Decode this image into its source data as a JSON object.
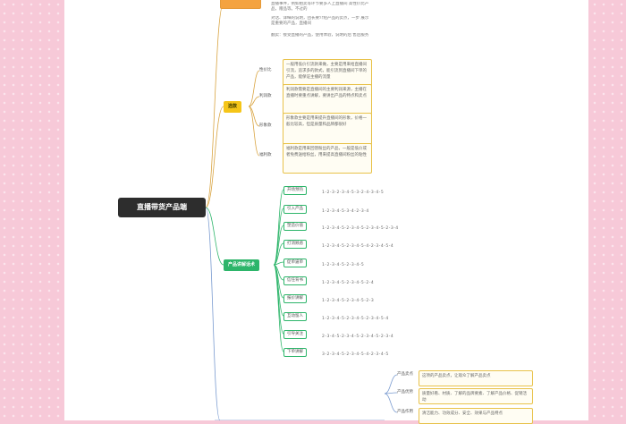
{
  "root": "直播带货产品端",
  "top_notes": [
    "直播事件，例如拍卖等环节要多人上直播间 高性价比产品，赠品等。不过的",
    "对话、详细的说明，团长要介绍产品的卖点，一步 展示是重要的产品，直播间",
    "翻卖：接受直播的产品，使用体验，说明的后 售后服务"
  ],
  "yellow_branch": {
    "label": "选款",
    "items": [
      {
        "label": "性价比",
        "note": "一般用低价引流款来做，主要是用来给直播间引流，追求多的款式，能引流到直播间下单的产品，能保证主播的流量"
      },
      {
        "label": "利润款",
        "note": "利润款需要是直播间的主要利润来源，主播在直播时要重点讲解，要讲出产品的特点和卖点"
      },
      {
        "label": "形象款",
        "note": "形象款主要是用来提升直播间的形象，价格一般比较高，但是质量和品牌都很好"
      },
      {
        "label": "福利款",
        "note": "福利款是用来回馈粉丝的产品，一般是低价或者免费送给粉丝，用来提高直播间粉丝的粘性"
      }
    ]
  },
  "green_branch": {
    "label": "产品讲解话术",
    "items": [
      {
        "label": "开场预热",
        "seq": "1-2-3-2-3-4-5-3-2-4-3-4-5"
      },
      {
        "label": "引入产品",
        "seq": "1-2-3-4-5-3-4-2-3-4"
      },
      {
        "label": "塑造价值",
        "seq": "1-2-3-4-5-2-3-4-5-2-3-4-5-2-3-4"
      },
      {
        "label": "打消顾虑",
        "seq": "1-2-3-4-5-2-3-4-5-4-2-3-4-5-4"
      },
      {
        "label": "促单逼单",
        "seq": "1-2-3-4-5-2-3-4-5"
      },
      {
        "label": "信任背书",
        "seq": "1-2-3-4-5-2-3-4-5-2-4"
      },
      {
        "label": "报价讲解",
        "seq": "1-2-3-4-5-2-3-4-5-2-3"
      },
      {
        "label": "互动留人",
        "seq": "1-2-3-4-5-2-3-4-5-2-3-4-5-4"
      },
      {
        "label": "引导关注",
        "seq": "2-3-4-5-2-3-4-5-2-3-4-5-2-3-4"
      },
      {
        "label": "下单讲解",
        "seq": "3-2-3-4-5-2-3-4-5-4-2-3-4-5"
      }
    ]
  },
  "bottom_items": [
    {
      "label": "产品卖点",
      "note": "这项的产品卖点，让观众了解产品卖点"
    },
    {
      "label": "产品优势",
      "note": "质量好看、材质、了解的品牌要素、了解产品价格、促销活动"
    },
    {
      "label": "产品作用",
      "note": "清洁能力、功效成分、安全、效果与产品特点"
    }
  ],
  "colors": {
    "background": "#f7c9d8",
    "yellow": "#f5c518",
    "green": "#2db56a",
    "root": "#2d2d2d"
  }
}
